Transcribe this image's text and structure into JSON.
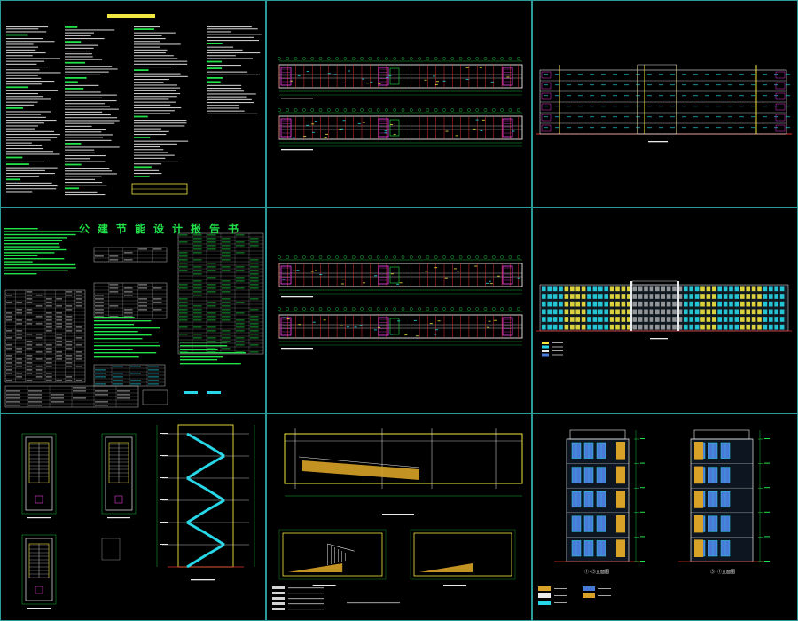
{
  "sheets": [
    {
      "id": "design-notes"
    },
    {
      "id": "floor-plans-a"
    },
    {
      "id": "section-elevation-a"
    },
    {
      "id": "energy-report"
    },
    {
      "id": "floor-plans-b"
    },
    {
      "id": "elevation-color"
    },
    {
      "id": "stair-details"
    },
    {
      "id": "ramp-details"
    },
    {
      "id": "side-elevations"
    }
  ],
  "energy_report": {
    "title": "公建节能设计报告书"
  },
  "side_elevations": {
    "left_title": "①-③立面图",
    "right_title": "③-①立面图"
  },
  "colors": {
    "background": "#000000",
    "frame": "#2a9a9a",
    "green": "#22e24a",
    "yellow": "#f2e640",
    "cyan": "#27d7e8",
    "magenta": "#e23ad8",
    "orange": "#d7a227",
    "white": "#eaeaea",
    "red": "#e03030",
    "blue": "#4a7ad8"
  }
}
